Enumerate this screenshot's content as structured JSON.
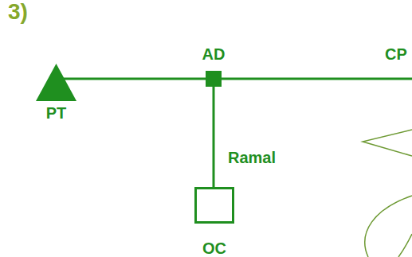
{
  "diagram": {
    "title": "3)",
    "nodes": [
      {
        "text": [
          "PT"
        ]
      },
      {
        "text": [
          "AD"
        ]
      },
      {
        "text": [
          "OC"
        ]
      }
    ],
    "edges": [
      {
        "from": 0,
        "to": 1,
        "arrow": "none"
      },
      {
        "from": 1,
        "to": 2,
        "label": "Ramal",
        "arrow": "none"
      }
    ],
    "labels": [
      "CP"
    ]
  }
}
